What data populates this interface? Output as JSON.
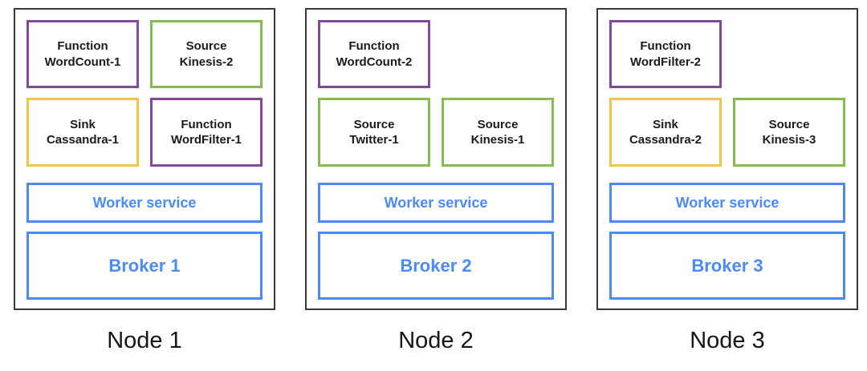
{
  "colors": {
    "function": "#84489C",
    "source": "#85BB4F",
    "sink": "#F4C542",
    "service": "#4C8BF5",
    "node-border": "#3A3A3A",
    "text": "#1B1B1B"
  },
  "nodes": [
    {
      "label": "Node 1",
      "row1": [
        {
          "kind": "function",
          "title": "Function",
          "name": "WordCount-1"
        },
        {
          "kind": "source",
          "title": "Source",
          "name": "Kinesis-2"
        }
      ],
      "row2": [
        {
          "kind": "sink",
          "title": "Sink",
          "name": "Cassandra-1"
        },
        {
          "kind": "function",
          "title": "Function",
          "name": "WordFilter-1"
        }
      ],
      "worker_label": "Worker service",
      "broker_label": "Broker 1"
    },
    {
      "label": "Node 2",
      "row1": [
        {
          "kind": "function",
          "title": "Function",
          "name": "WordCount-2"
        }
      ],
      "row2": [
        {
          "kind": "source",
          "title": "Source",
          "name": "Twitter-1"
        },
        {
          "kind": "source",
          "title": "Source",
          "name": "Kinesis-1"
        }
      ],
      "worker_label": "Worker service",
      "broker_label": "Broker 2"
    },
    {
      "label": "Node 3",
      "row1": [
        {
          "kind": "function",
          "title": "Function",
          "name": "WordFilter-2"
        }
      ],
      "row2": [
        {
          "kind": "sink",
          "title": "Sink",
          "name": "Cassandra-2"
        },
        {
          "kind": "source",
          "title": "Source",
          "name": "Kinesis-3"
        }
      ],
      "worker_label": "Worker service",
      "broker_label": "Broker 3"
    }
  ]
}
